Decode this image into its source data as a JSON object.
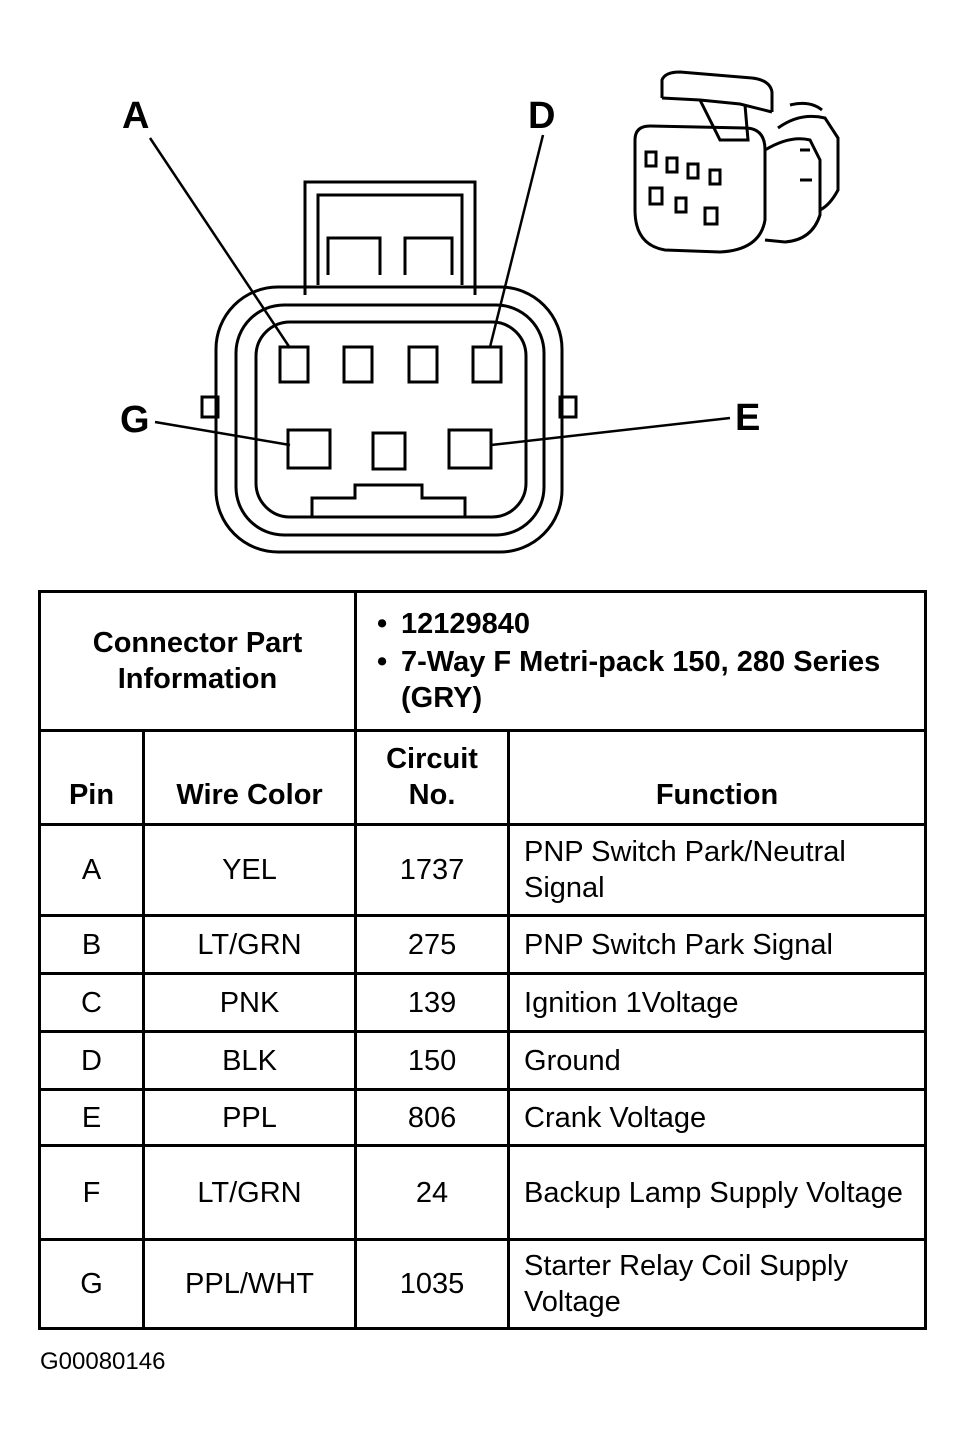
{
  "diagram": {
    "labels": {
      "A": "A",
      "D": "D",
      "G": "G",
      "E": "E"
    }
  },
  "table": {
    "part_info_header": "Connector Part Information",
    "part_info_items": [
      "12129840",
      "7-Way F Metri-pack 150, 280 Series (GRY)"
    ],
    "columns": [
      "Pin",
      "Wire Color",
      "Circuit No.",
      "Function"
    ],
    "rows": [
      {
        "pin": "A",
        "color": "YEL",
        "circuit": "1737",
        "function": "PNP Switch Park/Neutral Signal"
      },
      {
        "pin": "B",
        "color": "LT/GRN",
        "circuit": "275",
        "function": "PNP Switch Park Signal"
      },
      {
        "pin": "C",
        "color": "PNK",
        "circuit": "139",
        "function": "Ignition 1Voltage"
      },
      {
        "pin": "D",
        "color": "BLK",
        "circuit": "150",
        "function": "Ground"
      },
      {
        "pin": "E",
        "color": "PPL",
        "circuit": "806",
        "function": "Crank Voltage"
      },
      {
        "pin": "F",
        "color": "LT/GRN",
        "circuit": "24",
        "function": "Backup Lamp Supply Voltage"
      },
      {
        "pin": "G",
        "color": "PPL/WHT",
        "circuit": "1035",
        "function": "Starter Relay Coil Supply Voltage"
      }
    ]
  },
  "figure_id": "G00080146"
}
